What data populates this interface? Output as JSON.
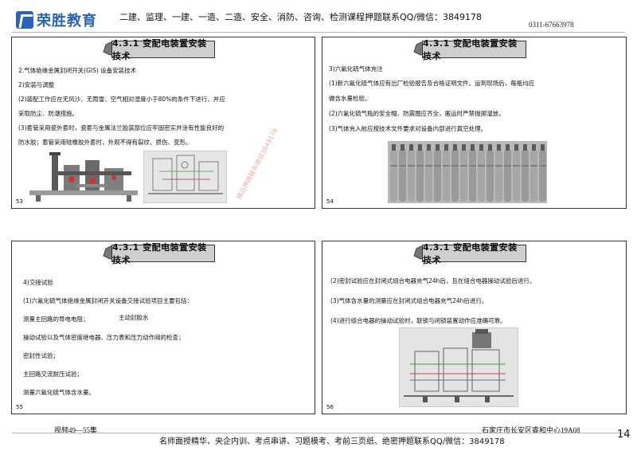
{
  "header": {
    "logo_text": "荣胜教育",
    "top_line": "二建、监理、一建、一造、二造、安全、消防、咨询、检测课程押题联系QQ/微信：3849178",
    "phone": "0311-67663978"
  },
  "slides": [
    {
      "title": "4.3.1 变配电装置安装技术",
      "number": "53",
      "lines": [
        "2.气体绝缘金属封闭开关(GIS) 设备安装技术",
        "2)安装与调整",
        "(2)装配工作应在无风沙、无雨雪、空气相对湿度小于80%的条件下进行，并应",
        "采取防尘、防潮措施。",
        "(3)套管采用瓷外套时，瓷套与金属法兰胶装部位应牢固密实并涂有性能良好的",
        "防水胶；套管采用硅橡胶外套时，外观不得有裂纹、损伤、变形。"
      ],
      "watermark": "精品押题联系微信3849178"
    },
    {
      "title": "4.3.1 变配电装置安装技术",
      "number": "54",
      "lines": [
        "3)六氟化硫气体充注",
        "(1)新六氟化硫气体应有出厂检验报告及合格证明文件。运到现场后，每瓶均应",
        "做含水量检验。",
        "(2)六氟化硫气瓶的安全帽、防震圈应齐全，搬运时严禁抛掷溜放。",
        "(3)气体充入前应按技术文件要求对设备内部进行真空处理。"
      ]
    },
    {
      "title": "4.3.1 变配电装置安装技术",
      "number": "55",
      "lines": [
        "4)交接试验",
        "(1)六氟化硫气体绝缘金属封闭开关设备交接试验项目主要包括：",
        "测量主回路的导电电阻；",
        "主动封胶水",
        "操动试验以及气体密度继电器、压力表和压力动作阀的检查；",
        "密封性试验；",
        "主回路交流耐压试验；",
        "测量六氟化硫气体含水量。"
      ]
    },
    {
      "title": "4.3.1 变配电装置安装技术",
      "number": "56",
      "lines": [
        "(2)密封试验应在封闭式组合电器充气24h后，且在组合电器操动试验后进行。",
        "(3)气体含水量的测量应在封闭式组合电器充气24h后进行。",
        "(4)进行组合电器的操动试验时，联锁与闭锁装置动作应准确可靠。"
      ]
    }
  ],
  "footer": {
    "left": "视频49—55集",
    "right": "石家庄市长安区睿和中心19A08",
    "center": "名师面授精华、央企内训、考点串讲、习题模考、考前三页纸、绝密押题联系QQ/微信：3849178",
    "page_number": "14"
  }
}
